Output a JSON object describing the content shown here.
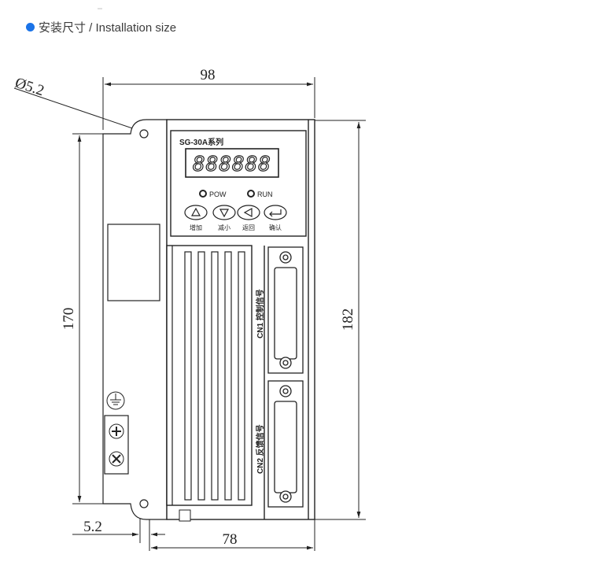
{
  "header": {
    "title": "安装尺寸 / Installation size",
    "bullet_color": "#1a73e8"
  },
  "drawing": {
    "dimensions": {
      "hole_diameter": "Ø5.2",
      "total_width": "98",
      "hole_spacing": "170",
      "total_height": "182",
      "edge_offset": "5.2",
      "body_width": "78"
    },
    "panel": {
      "model": "SG-30A系列",
      "display": "888888",
      "led_pow": "POW",
      "led_run": "RUN",
      "buttons": [
        "增加",
        "减小",
        "返回",
        "确认"
      ],
      "cn1_label": "CN1 控制信号",
      "cn2_label": "CN2 反馈信号"
    }
  }
}
